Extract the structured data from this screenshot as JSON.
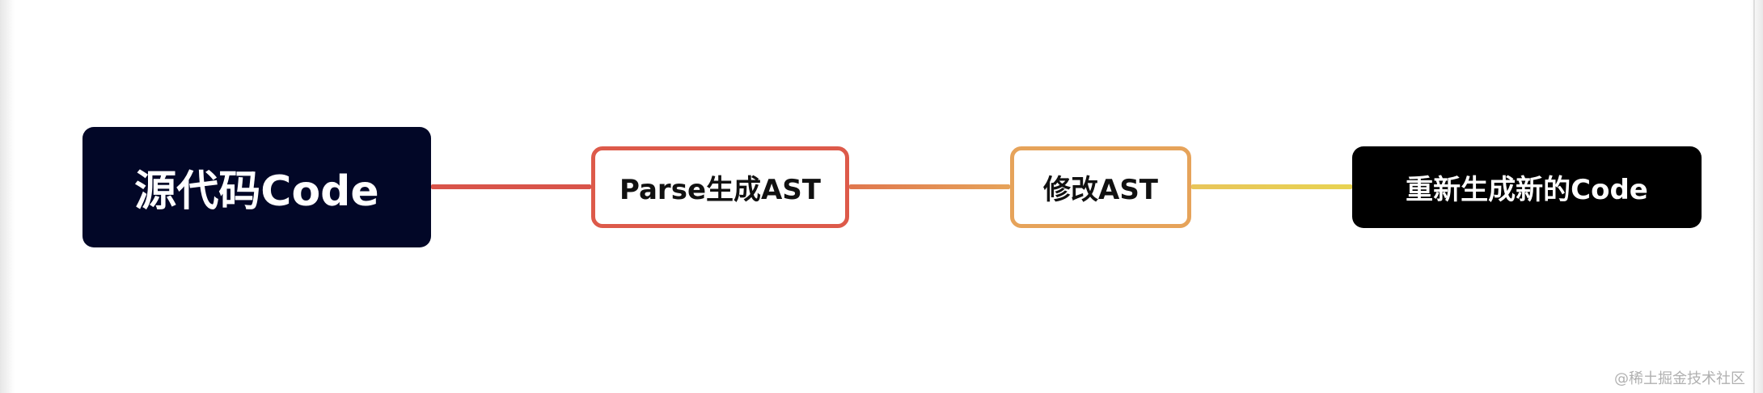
{
  "diagram": {
    "nodes": [
      {
        "id": "source",
        "label": "源代码Code"
      },
      {
        "id": "parse",
        "label": "Parse生成AST"
      },
      {
        "id": "modify",
        "label": "修改AST"
      },
      {
        "id": "generate",
        "label": "重新生成新的Code"
      }
    ],
    "edges": [
      {
        "from": "source",
        "to": "parse"
      },
      {
        "from": "parse",
        "to": "modify"
      },
      {
        "from": "modify",
        "to": "generate"
      }
    ],
    "colors": {
      "source_fill": "#020727",
      "parse_border": "#dd5a4a",
      "modify_border": "#e6a35a",
      "generate_fill": "#000000",
      "edge_red": "#d9544a",
      "edge_orange": "#e6a35a",
      "edge_yellow": "#e8d352"
    }
  },
  "watermark": "@稀土掘金技术社区"
}
